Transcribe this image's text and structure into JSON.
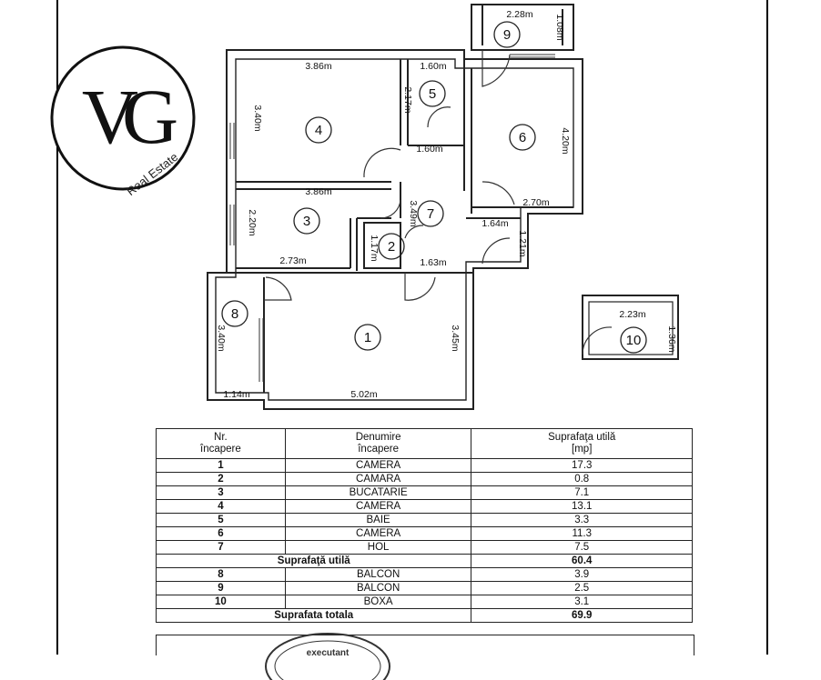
{
  "logo": {
    "monogram": "VG",
    "tagline": "Real Estate"
  },
  "rooms": [
    {
      "nr": "1"
    },
    {
      "nr": "2"
    },
    {
      "nr": "3"
    },
    {
      "nr": "4"
    },
    {
      "nr": "5"
    },
    {
      "nr": "6"
    },
    {
      "nr": "7"
    },
    {
      "nr": "8"
    },
    {
      "nr": "9"
    },
    {
      "nr": "10"
    }
  ],
  "dimensions": {
    "d386a": "3.86m",
    "d160a": "1.60m",
    "d228": "2.28m",
    "d108": "1.08m",
    "d340a": "3.40m",
    "d217": "2.17m",
    "d420": "4.20m",
    "d160b": "1.60m",
    "d386b": "3.86m",
    "d270": "2.70m",
    "d349": "3.49m",
    "d220": "2.20m",
    "d164": "1.64m",
    "d117": "1.17m",
    "d121": "1.21m",
    "d273": "2.73m",
    "d163": "1.63m",
    "d340b": "3.40m",
    "d345": "3.45m",
    "d114": "1.14m",
    "d502": "5.02m",
    "d223": "2.23m",
    "d136": "1.36m"
  },
  "table": {
    "header": {
      "nr": "Nr.\nîncapere",
      "name": "Denumire\nîncapere",
      "area": "Suprafaţa utilă\n[mp]"
    },
    "rows": [
      {
        "nr": "1",
        "name": "CAMERA",
        "area": "17.3"
      },
      {
        "nr": "2",
        "name": "CAMARA",
        "area": "0.8"
      },
      {
        "nr": "3",
        "name": "BUCATARIE",
        "area": "7.1"
      },
      {
        "nr": "4",
        "name": "CAMERA",
        "area": "13.1"
      },
      {
        "nr": "5",
        "name": "BAIE",
        "area": "3.3"
      },
      {
        "nr": "6",
        "name": "CAMERA",
        "area": "11.3"
      },
      {
        "nr": "7",
        "name": "HOL",
        "area": "7.5"
      }
    ],
    "subtotal": {
      "label": "Suprafaţă utilă",
      "value": "60.4"
    },
    "extra_rows": [
      {
        "nr": "8",
        "name": "BALCON",
        "area": "3.9"
      },
      {
        "nr": "9",
        "name": "BALCON",
        "area": "2.5"
      },
      {
        "nr": "10",
        "name": "BOXA",
        "area": "3.1"
      }
    ],
    "total": {
      "label": "Suprafata totala",
      "value": "69.9"
    }
  },
  "stamp": {
    "text": "executant"
  }
}
